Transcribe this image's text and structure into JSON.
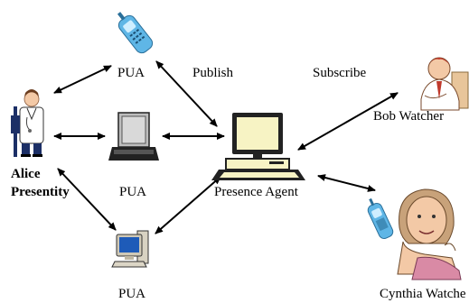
{
  "nodes": {
    "pua_top": "PUA",
    "pua_middle": "PUA",
    "pua_bottom": "PUA",
    "presence_agent": "Presence Agent",
    "alice": {
      "line1": "Alice",
      "line2": "Presentity"
    },
    "bob": "Bob Watcher",
    "cynthia": "Cynthia Watche"
  },
  "edge_labels": {
    "publish": "Publish",
    "subscribe": "Subscribe"
  },
  "icons": {
    "pua_top": "mobile-phone-icon",
    "pua_middle": "laptop-icon",
    "pua_bottom": "desktop-computer-icon",
    "presence_agent": "desktop-computer-icon",
    "alice": "doctor-person-icon",
    "bob": "business-man-icon",
    "cynthia": "woman-portrait-icon",
    "cynthia_phone": "mobile-phone-icon"
  },
  "colors": {
    "arrow": "#000000",
    "monitor": "#f7f3c4",
    "laptop": "#cfcfcf",
    "pc_blue": "#1e5bb8",
    "phone_blue": "#5fb6e6",
    "doctor_coat": "#ffffff",
    "doctor_pants": "#1c2f66",
    "skin": "#f3c9a6"
  }
}
